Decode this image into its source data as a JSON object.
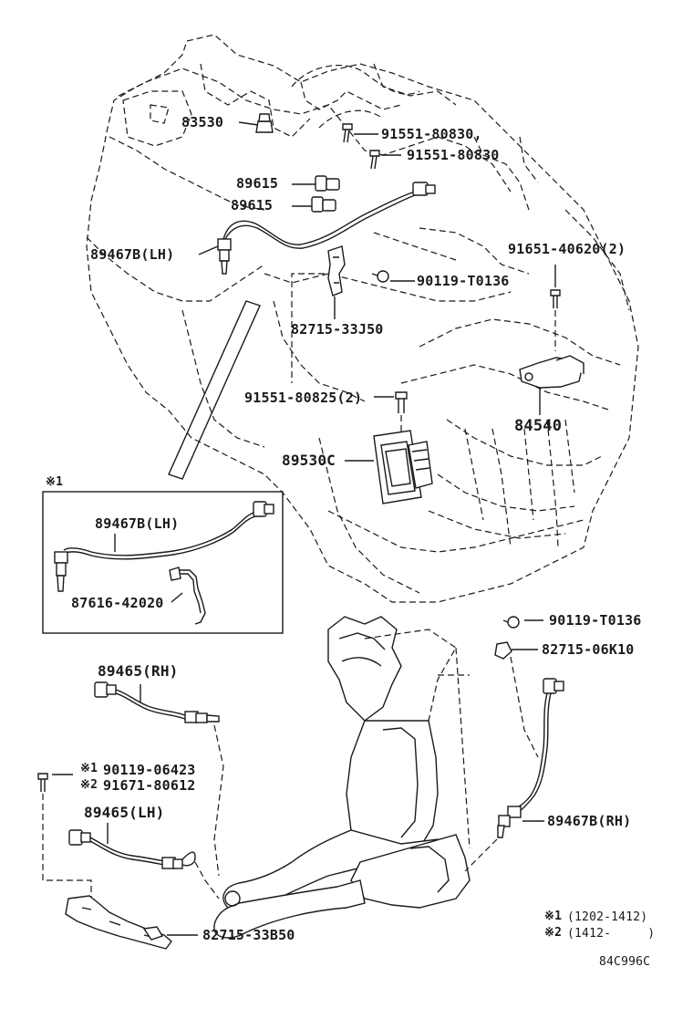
{
  "diagram": {
    "parts": {
      "p83530": "83530",
      "p91551_80830_a": "91551-80830,",
      "p91551_80830_b": "91551-80830",
      "p89615_a": "89615",
      "p89615_b": "89615",
      "p89467B_LH_top": "89467B(LH)",
      "p91651_40620": "91651-40620(2)",
      "p90119_T0136_top": "90119-T0136",
      "p82715_33J50": "82715-33J50",
      "p91551_80825": "91551-80825(2)",
      "p84540": "84540",
      "p89530C": "89530C",
      "p89467B_LH_inset": "89467B(LH)",
      "p87616_42020": "87616-42020",
      "p90119_T0136_bot": "90119-T0136",
      "p82715_06K10": "82715-06K10",
      "p89465_RH": "89465(RH)",
      "p90119_06423": "90119-06423",
      "p91671_80612": "91671-80612",
      "p89465_LH": "89465(LH)",
      "p89467B_RH": "89467B(RH)",
      "p82715_33B50": "82715-33B50"
    },
    "inset_marker": "※1",
    "bolt_notes": {
      "n1": "※1",
      "n2": "※2"
    },
    "footnotes": {
      "f1_mark": "※1",
      "f1_text": "(1202-1412)",
      "f2_mark": "※2",
      "f2_text": "(1412-     )"
    },
    "illustration_code": "84C996C"
  }
}
